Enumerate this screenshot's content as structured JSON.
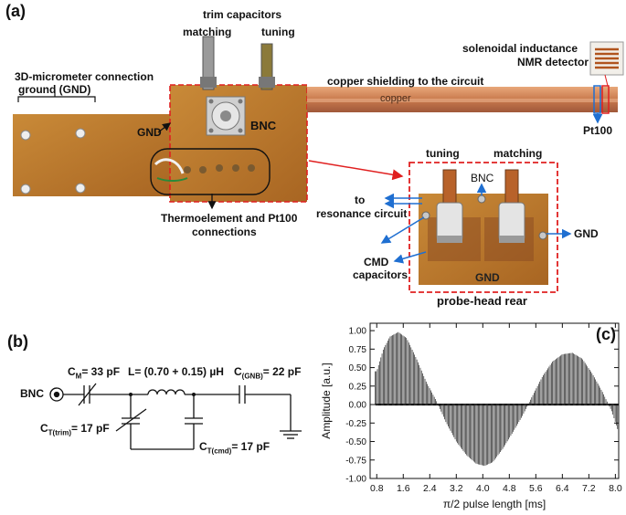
{
  "panels": {
    "a": "(a)",
    "b": "(b)",
    "c": "(c)"
  },
  "photo_labels": {
    "trim_capacitors": "trim capacitors",
    "matching": "matching",
    "tuning": "tuning",
    "solenoid_line1": "solenoidal inductance",
    "solenoid_line2": "NMR detector",
    "micrometer_line1": "3D-micrometer connection",
    "micrometer_line2": "ground (GND)",
    "copper_shielding": "copper shielding to the circuit",
    "copper_tape": "copper",
    "gnd_left": "GND",
    "bnc_main": "BNC",
    "pt100": "Pt100",
    "thermo_line1": "Thermoelement and Pt100",
    "thermo_line2": "connections"
  },
  "inset_labels": {
    "tuning": "tuning",
    "matching": "matching",
    "bnc": "BNC",
    "to_line1": "to",
    "to_line2": "resonance circuit",
    "gnd_right": "GND",
    "cmd_line1": "CMD",
    "cmd_line2": "capacitors",
    "gnd_board": "GND",
    "caption": "probe-head rear"
  },
  "circuit": {
    "bnc": "BNC",
    "cm_main": "C",
    "cm_sub": "M",
    "cm_val": "= 33 pF",
    "l_text": "L= (0.70 + 0.15) µH",
    "cgnb_main": "C",
    "cgnb_sub": "(GNB)",
    "cgnb_val": "= 22 pF",
    "ctrim_main": "C",
    "ctrim_sub": "T(trim)",
    "ctrim_val": "= 17 pF",
    "ccmd_main": "C",
    "ccmd_sub": "T(cmd)",
    "ccmd_val": "= 17 pF"
  },
  "chart_data": {
    "type": "line",
    "xlabel": "π/2 pulse length [ms]",
    "ylabel": "Amplitude [a.u.]",
    "xlim": [
      0.6,
      8.1
    ],
    "ylim": [
      -1.0,
      1.1
    ],
    "x_ticks": [
      "0.8",
      "1.6",
      "2.4",
      "3.2",
      "4.0",
      "4.8",
      "5.6",
      "6.4",
      "7.2",
      "8.0"
    ],
    "y_ticks": [
      "-1.00",
      "-0.75",
      "-0.50",
      "-0.25",
      "0.00",
      "0.25",
      "0.50",
      "0.75",
      "1.00"
    ],
    "envelope": [
      {
        "x": 0.8,
        "y": 0.45
      },
      {
        "x": 1.0,
        "y": 0.75
      },
      {
        "x": 1.2,
        "y": 0.92
      },
      {
        "x": 1.45,
        "y": 0.98
      },
      {
        "x": 1.7,
        "y": 0.9
      },
      {
        "x": 2.0,
        "y": 0.62
      },
      {
        "x": 2.3,
        "y": 0.3
      },
      {
        "x": 2.6,
        "y": 0.05
      },
      {
        "x": 2.9,
        "y": -0.25
      },
      {
        "x": 3.2,
        "y": -0.5
      },
      {
        "x": 3.5,
        "y": -0.68
      },
      {
        "x": 3.8,
        "y": -0.8
      },
      {
        "x": 4.05,
        "y": -0.83
      },
      {
        "x": 4.3,
        "y": -0.78
      },
      {
        "x": 4.6,
        "y": -0.6
      },
      {
        "x": 4.9,
        "y": -0.38
      },
      {
        "x": 5.2,
        "y": -0.15
      },
      {
        "x": 5.5,
        "y": 0.12
      },
      {
        "x": 5.8,
        "y": 0.38
      },
      {
        "x": 6.1,
        "y": 0.58
      },
      {
        "x": 6.4,
        "y": 0.68
      },
      {
        "x": 6.7,
        "y": 0.7
      },
      {
        "x": 7.0,
        "y": 0.62
      },
      {
        "x": 7.3,
        "y": 0.42
      },
      {
        "x": 7.6,
        "y": 0.18
      },
      {
        "x": 7.9,
        "y": -0.1
      },
      {
        "x": 8.1,
        "y": -0.38
      }
    ],
    "grid": false
  }
}
